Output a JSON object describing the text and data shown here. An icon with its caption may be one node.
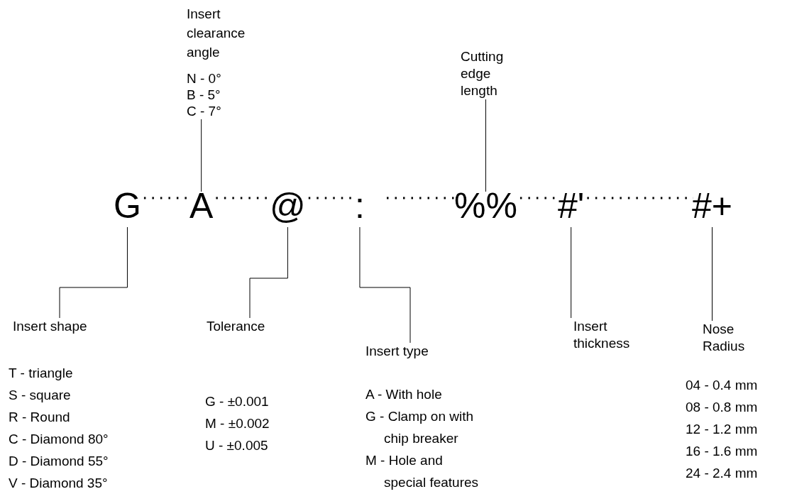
{
  "diagram": {
    "nodes": [
      {
        "text": [
          "Insert clearance angle"
        ],
        "beside": [
          "N - 0°",
          "B - 5°",
          "C - 7°"
        ]
      },
      {
        "text": [
          "Cutting edge length"
        ]
      },
      {
        "text": [
          "G"
        ]
      },
      {
        "text": [
          "A"
        ]
      },
      {
        "text": [
          "@"
        ]
      },
      {
        "text": [
          ":"
        ]
      },
      {
        "text": [
          "%%"
        ]
      },
      {
        "text": [
          "#'"
        ]
      },
      {
        "text": [
          "#+"
        ]
      },
      {
        "text": [
          "Insert shape"
        ],
        "beside": [
          "T - triangle",
          "S - square",
          "R - Round",
          "C - Diamond 80°",
          "D - Diamond 55°",
          "V - Diamond 35°"
        ]
      },
      {
        "text": [
          "Tolerance"
        ],
        "beside": [
          "G - ±0.001",
          "M - ±0.002",
          "U - ±0.005"
        ]
      },
      {
        "text": [
          "Insert type"
        ],
        "beside": [
          "A - With hole",
          "G - Clamp on with chip breaker",
          "M - Hole and special features"
        ]
      },
      {
        "text": [
          "Insert thickness"
        ]
      },
      {
        "text": [
          "Nose Radius"
        ],
        "beside": [
          "04 - 0.4 mm",
          "08 - 0.8 mm",
          "12 - 1.2 mm",
          "16 - 1.6 mm",
          "24 - 2.4 mm"
        ]
      }
    ],
    "edges": [
      {
        "from": 0,
        "to": 3,
        "arrow": "none"
      },
      {
        "from": 1,
        "to": 6,
        "arrow": "none"
      },
      {
        "from": 9,
        "to": 2,
        "arrow": "none"
      },
      {
        "from": 10,
        "to": 4,
        "arrow": "none"
      },
      {
        "from": 11,
        "to": 5,
        "arrow": "none"
      },
      {
        "from": 12,
        "to": 7,
        "arrow": "none"
      },
      {
        "from": 13,
        "to": 8,
        "arrow": "none"
      },
      {
        "from": 2,
        "to": 3,
        "arrow": "none",
        "style": "dashed"
      },
      {
        "from": 3,
        "to": 4,
        "arrow": "none",
        "style": "dashed"
      },
      {
        "from": 4,
        "to": 5,
        "arrow": "none",
        "style": "dashed"
      },
      {
        "from": null,
        "to": 6,
        "arrow": "none",
        "style": "dashed"
      },
      {
        "from": 6,
        "to": 7,
        "arrow": "none",
        "style": "dashed"
      },
      {
        "from": 7,
        "to": 8,
        "arrow": "none",
        "style": "dashed"
      }
    ]
  }
}
